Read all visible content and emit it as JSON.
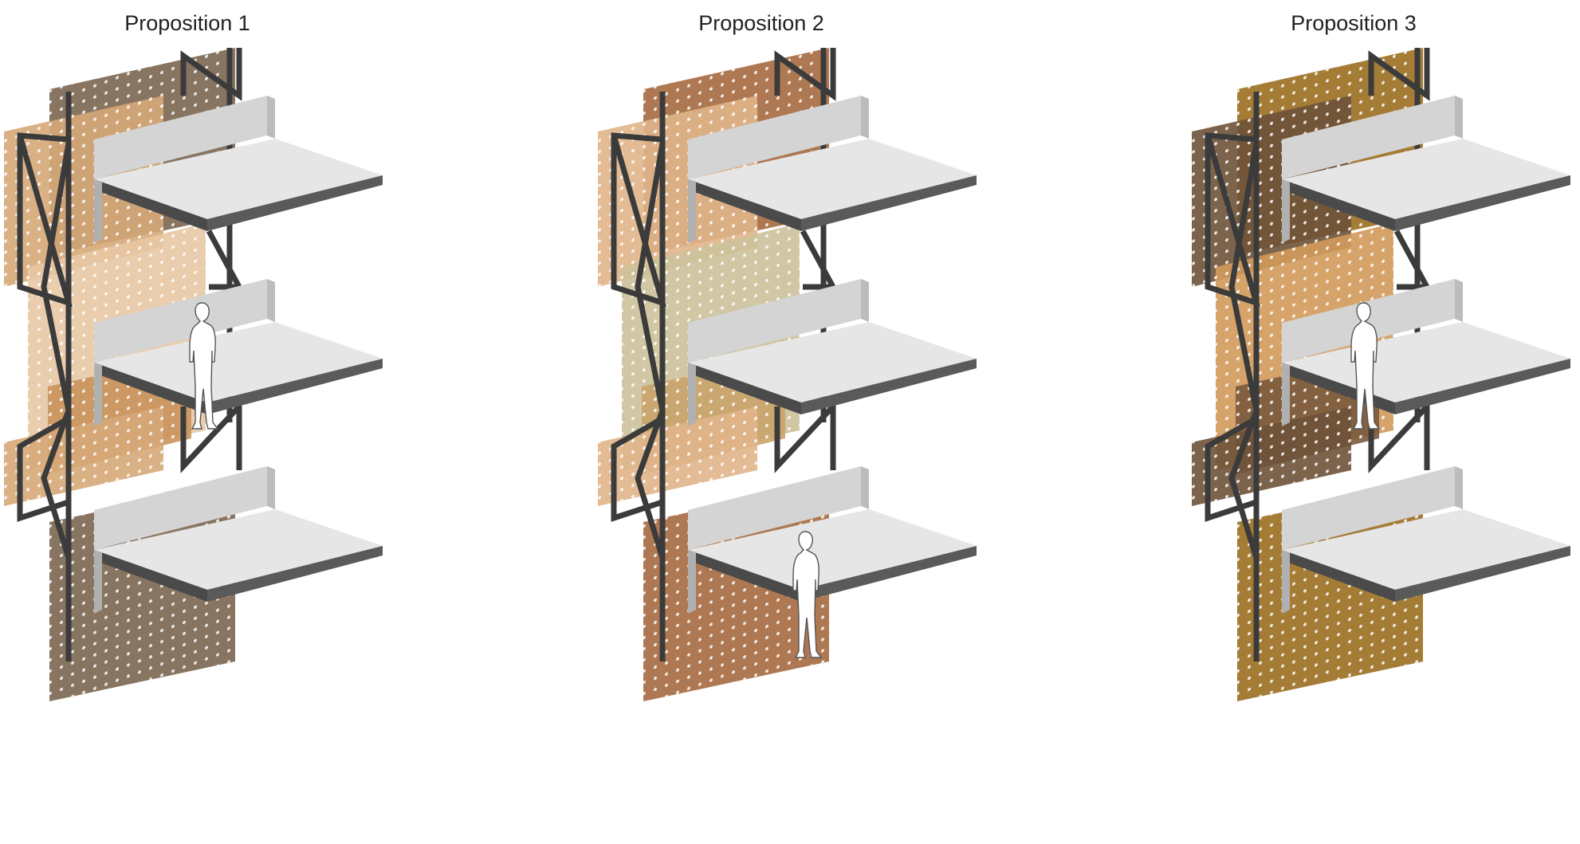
{
  "propositions": [
    {
      "title": "Proposition 1",
      "panel_colors": {
        "top": "#7b6650",
        "left_upper": "#d6a878",
        "middle": "#e8c8a4",
        "left_lower": "#d6a878",
        "bottom": "#7b6650",
        "middle_lower": "#c9935c"
      },
      "figures": 1
    },
    {
      "title": "Proposition 2",
      "panel_colors": {
        "top": "#a5693f",
        "left_upper": "#e0b58a",
        "middle": "#ccc19a",
        "left_lower": "#e0b58a",
        "bottom": "#a5693f",
        "middle_lower": "#c9a36c"
      },
      "figures": 1
    },
    {
      "title": "Proposition 3",
      "panel_colors": {
        "top": "#9a6e1f",
        "left_upper": "#6e5238",
        "middle": "#d29a5a",
        "left_lower": "#6e5238",
        "bottom": "#9a6e1f",
        "middle_lower": "#7a5a3c"
      },
      "figures": 1
    }
  ],
  "colors": {
    "frame": "#3b3b3b",
    "slab_top": "#e6e6e6",
    "slab_edge": "#4a4a4a",
    "wall": "#d4d4d4",
    "figure": "#ffffff"
  }
}
